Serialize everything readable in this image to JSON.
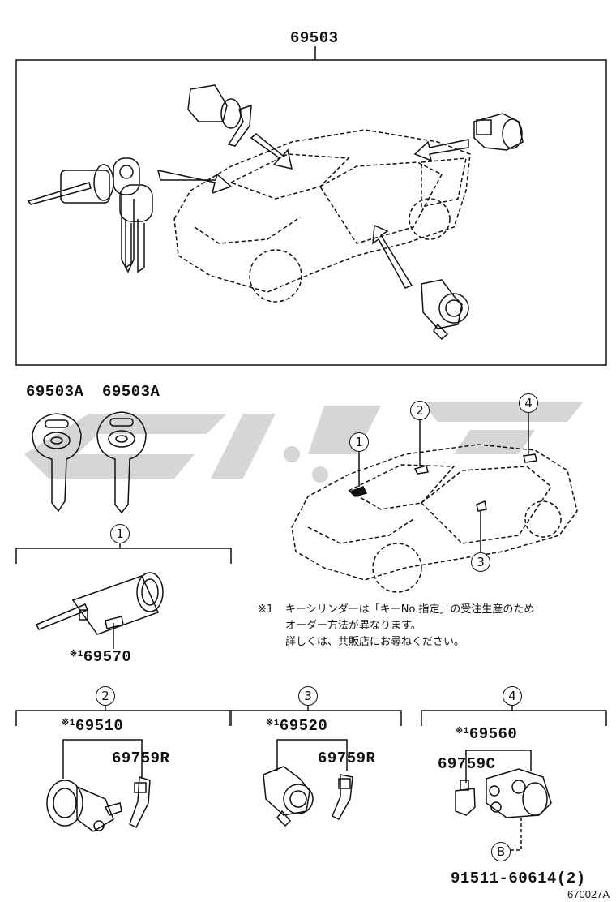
{
  "diagram": {
    "assembly_part": "69503",
    "key_parts": [
      "69503A",
      "69503A"
    ],
    "ignition": {
      "index": "1",
      "marker": "※1",
      "part": "69570"
    },
    "door_left": {
      "index": "2",
      "marker": "※1",
      "cylinder": "69510",
      "lever": "69759R"
    },
    "door_right": {
      "index": "3",
      "marker": "※1",
      "cylinder": "69520",
      "lever": "69759R"
    },
    "back_door": {
      "index": "4",
      "marker": "※1",
      "cylinder": "69560",
      "lever": "69759C",
      "bolt_ref": "B",
      "bolt": "91511-60614(2)"
    },
    "locator_callouts": [
      "1",
      "2",
      "3",
      "4"
    ],
    "note": {
      "marker": "※1",
      "line1": "キーシリンダーは「キーNo.指定」の受注生産のため",
      "line2": "オーダー方法が異なります。",
      "line3": "詳しくは、共販店にお尋ねください。"
    },
    "figure_code": "670027A"
  },
  "colors": {
    "line": "#111111",
    "watermark": "#d4d4d4"
  }
}
